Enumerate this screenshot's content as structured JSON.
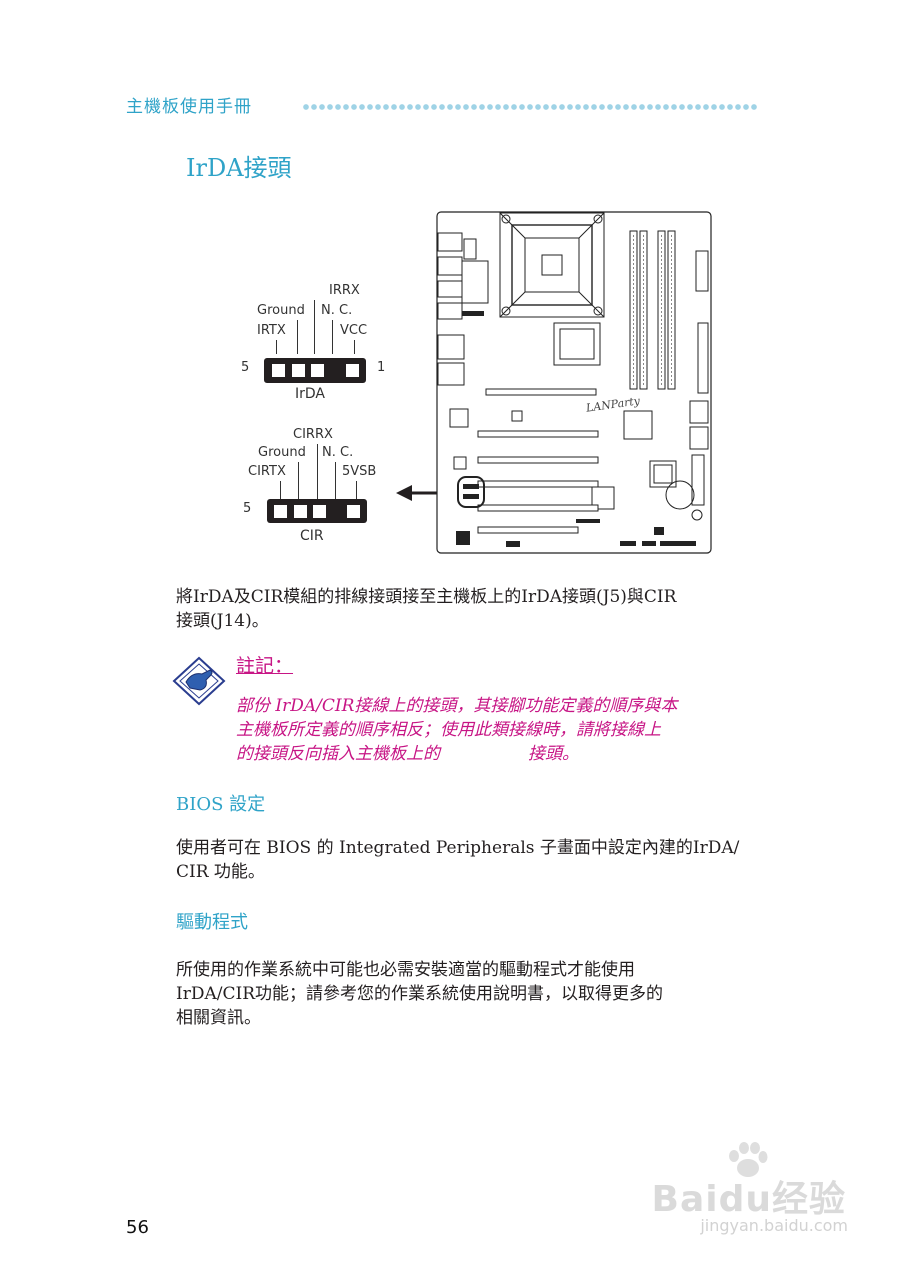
{
  "header": {
    "title": "主機板使用手冊"
  },
  "section": {
    "title": "IrDA接頭"
  },
  "diagram": {
    "irda": {
      "pin_labels": [
        "IRRX",
        "Ground",
        "N. C.",
        "IRTX",
        "VCC"
      ],
      "left_pin": "5",
      "right_pin": "1",
      "name": "IrDA"
    },
    "cir": {
      "pin_labels": [
        "CIRRX",
        "Ground",
        "N. C.",
        "CIRTX",
        "5VSB"
      ],
      "left_pin": "5",
      "name": "CIR"
    },
    "board_brand": "LANParty"
  },
  "paragraphs": {
    "intro_line1": "將IrDA及CIR模組的排線接頭接至主機板上的IrDA接頭(J5)與CIR",
    "intro_line2": "接頭(J14)。"
  },
  "note": {
    "title": "註記：",
    "line1": "部份 IrDA/CIR接線上的接頭，其接腳功能定義的順序與本",
    "line2": "主機板所定義的順序相反；使用此類接線時，請將接線上",
    "line3": "的接頭反向插入主機板上的",
    "line3b": "接頭。"
  },
  "bios": {
    "title": "BIOS 設定",
    "line1": "使用者可在 BIOS 的 Integrated Peripherals 子畫面中設定內建的IrDA/",
    "line2": "CIR 功能。"
  },
  "driver": {
    "title": "驅動程式",
    "line1": "所使用的作業系統中可能也必需安裝適當的驅動程式才能使用",
    "line2": "IrDA/CIR功能；請參考您的作業系統使用說明書，以取得更多的",
    "line3": "相關資訊。"
  },
  "footer": {
    "page_number": "56"
  },
  "watermark": {
    "brand": "Baidu经验",
    "url": "jingyan.baidu.com"
  },
  "colors": {
    "heading": "#2fa3c8",
    "note": "#c71585",
    "text": "#231f20"
  }
}
